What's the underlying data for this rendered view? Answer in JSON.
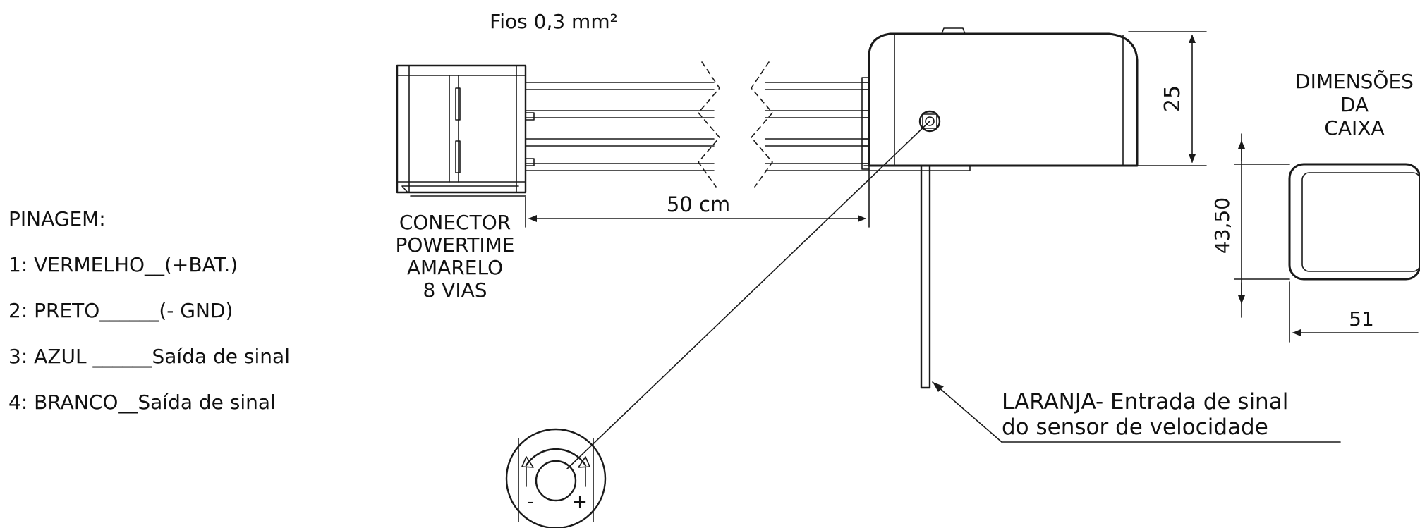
{
  "wires_label": "Fios 0,3 mm²",
  "length_label": "50 cm",
  "connector_label": [
    "CONECTOR",
    "POWERTIME",
    "AMARELO",
    "8 VIAS"
  ],
  "height_dim": "25",
  "box_dim_title": [
    "DIMENSÕES",
    "DA",
    "CAIXA"
  ],
  "box_height_dim": "43,50",
  "box_width_dim": "51",
  "pinout": {
    "title": "PINAGEM:",
    "pins": [
      "1: VERMELHO__(+BAT.)",
      "2: PRETO______(- GND)",
      "3: AZUL ______Saída de sinal",
      "4: BRANCO__Saída de sinal"
    ]
  },
  "orange_wire_note": [
    "LARANJA- Entrada de sinal",
    "do sensor de velocidade"
  ],
  "knob_symbols": {
    "minus": "-",
    "plus": "+"
  },
  "colors": {
    "line": "#1a1a1a",
    "text": "#111111",
    "background": "#ffffff"
  }
}
